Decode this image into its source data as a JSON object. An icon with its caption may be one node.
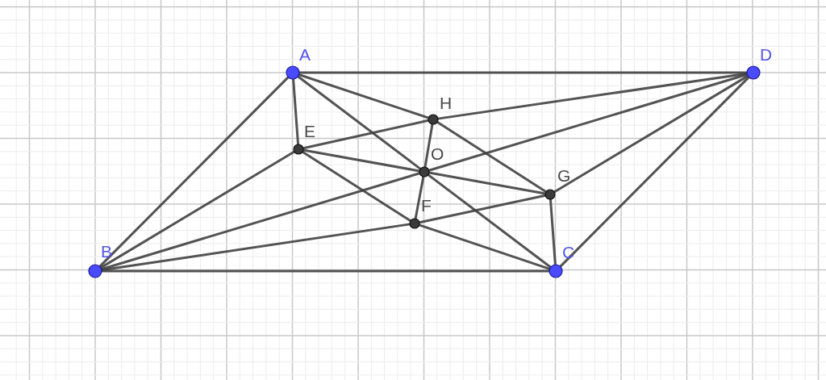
{
  "diagram": {
    "nodes": [
      {
        "text": [
          "A"
        ]
      },
      {
        "text": [
          "D"
        ]
      },
      {
        "text": [
          "H"
        ]
      },
      {
        "text": [
          "E"
        ]
      },
      {
        "text": [
          "O"
        ]
      },
      {
        "text": [
          "G"
        ]
      },
      {
        "text": [
          "F"
        ]
      },
      {
        "text": [
          "B"
        ]
      },
      {
        "text": [
          "C"
        ]
      }
    ],
    "edges": [
      {
        "from": 0,
        "to": 1,
        "arrow": "none"
      },
      {
        "from": 0,
        "to": 7,
        "arrow": "none"
      },
      {
        "from": 7,
        "to": 8,
        "arrow": "none"
      },
      {
        "from": 8,
        "to": 1,
        "arrow": "none"
      },
      {
        "from": 0,
        "to": 3,
        "arrow": "none"
      },
      {
        "from": 0,
        "to": 2,
        "arrow": "none"
      },
      {
        "from": 0,
        "to": 4,
        "arrow": "none"
      },
      {
        "from": 4,
        "to": 8,
        "arrow": "none"
      },
      {
        "from": 7,
        "to": 4,
        "arrow": "none"
      },
      {
        "from": 4,
        "to": 1,
        "arrow": "none"
      },
      {
        "from": 7,
        "to": 3,
        "arrow": "none"
      },
      {
        "from": 3,
        "to": 2,
        "arrow": "none"
      },
      {
        "from": 2,
        "to": 1,
        "arrow": "none"
      },
      {
        "from": 7,
        "to": 6,
        "arrow": "none"
      },
      {
        "from": 6,
        "to": 5,
        "arrow": "none"
      },
      {
        "from": 5,
        "to": 1,
        "arrow": "none"
      },
      {
        "from": 8,
        "to": 5,
        "arrow": "none"
      },
      {
        "from": 8,
        "to": 6,
        "arrow": "none"
      },
      {
        "from": 3,
        "to": 4,
        "arrow": "none"
      },
      {
        "from": 4,
        "to": 5,
        "arrow": "none"
      },
      {
        "from": 2,
        "to": 4,
        "arrow": "none"
      },
      {
        "from": 4,
        "to": 6,
        "arrow": "none"
      },
      {
        "from": 3,
        "to": 6,
        "arrow": "none"
      },
      {
        "from": 2,
        "to": 5,
        "arrow": "none"
      }
    ]
  }
}
